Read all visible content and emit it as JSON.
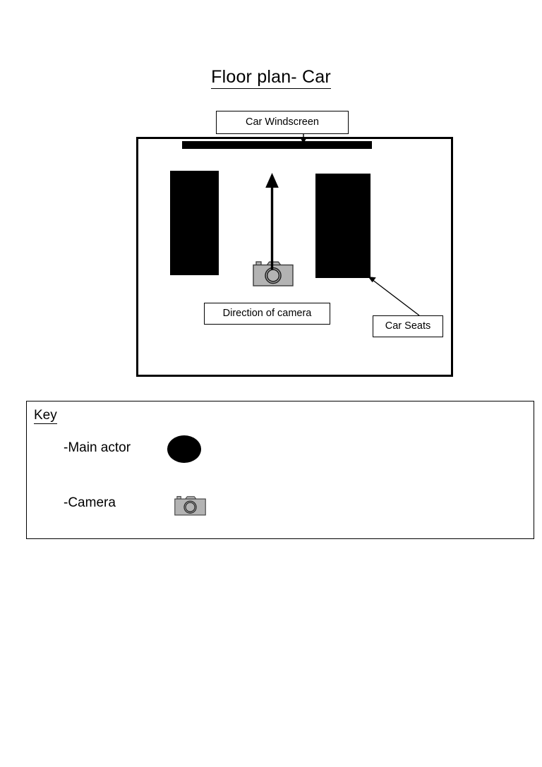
{
  "document": {
    "title": "Floor plan- Car"
  },
  "floorplan": {
    "room_name": "car-interior-outline",
    "labels": {
      "windscreen": "Car Windscreen",
      "direction": "Direction of camera",
      "carseats": "Car Seats"
    },
    "elements": {
      "windscreen_bar": "car-windscreen-bar",
      "seat_left": "car-seat-left",
      "seat_right": "car-seat-right",
      "camera": "camera-icon",
      "direction_arrow": "direction-of-camera-arrow",
      "windscreen_pointer": "windscreen-pointer-arrow",
      "carseats_pointer": "car-seats-pointer-arrow"
    }
  },
  "key": {
    "heading": "Key",
    "items": [
      {
        "label": "-Main actor",
        "symbol": "black-ellipse"
      },
      {
        "label": "-Camera",
        "symbol": "camera-icon"
      }
    ]
  },
  "colors": {
    "ink": "#000000",
    "page": "#ffffff",
    "camera_body": "#b3b3b3",
    "camera_outline": "#3a3a3a"
  }
}
